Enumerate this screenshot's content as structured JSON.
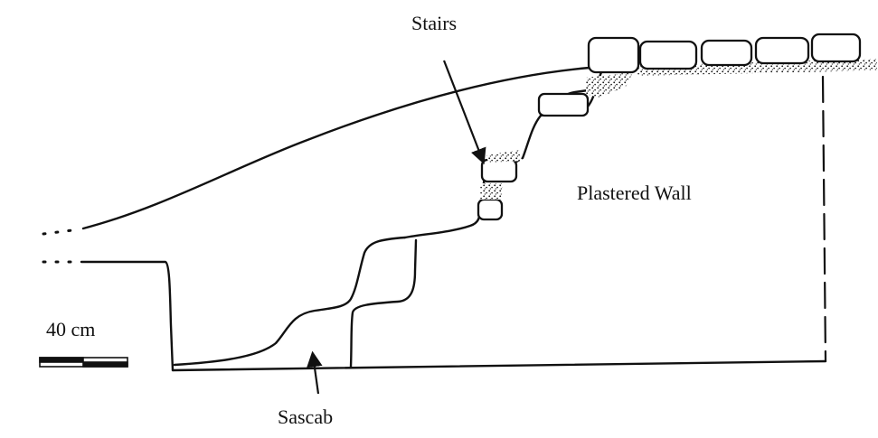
{
  "labels": {
    "stairs": "Stairs",
    "plastered_wall": "Plastered Wall",
    "sascab": "Sascab",
    "scale": "40 cm"
  },
  "colors": {
    "ink": "#111111",
    "paper": "#ffffff"
  }
}
